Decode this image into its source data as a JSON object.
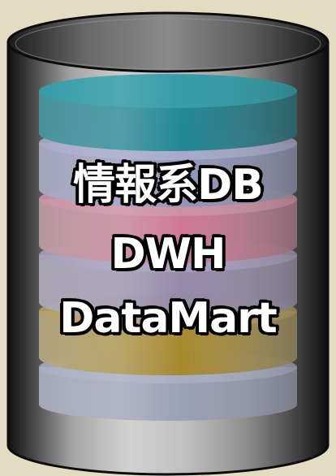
{
  "label": {
    "lines": [
      "情報系DB",
      "DWH",
      "DataMart"
    ]
  },
  "colors": {
    "background": "#e4dcc2",
    "layer_teal": "#1a8a98",
    "layer_slate": "#8e92b8",
    "layer_pink": "#d45a84",
    "layer_lavender": "#8d7fa6",
    "layer_gold": "#a88418",
    "layer_blue_gray": "#8d95b0"
  }
}
